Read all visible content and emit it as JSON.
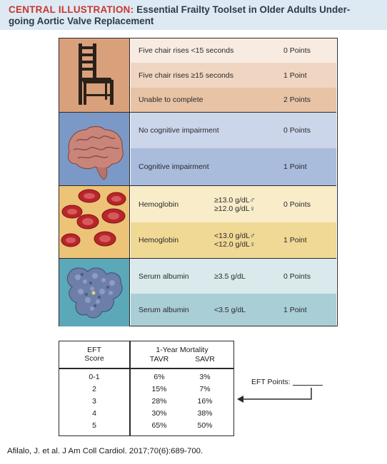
{
  "header": {
    "lead": "CENTRAL ILLUSTRATION:",
    "title_line1": "Essential Frailty Toolset in Older Adults Under-",
    "title_line2": "going Aortic Valve Replacement"
  },
  "sections": {
    "chair": {
      "icon": "chair-icon",
      "rows": [
        {
          "label": "Five chair rises <15 seconds",
          "points": "0 Points"
        },
        {
          "label": "Five chair rises ≥15 seconds",
          "points": "1 Point"
        },
        {
          "label": "Unable to complete",
          "points": "2 Points"
        }
      ]
    },
    "cognition": {
      "icon": "brain-icon",
      "rows": [
        {
          "label": "No cognitive impairment",
          "points": "0 Points"
        },
        {
          "label": "Cognitive impairment",
          "points": "1 Point"
        }
      ]
    },
    "hemoglobin": {
      "icon": "red-blood-cells-icon",
      "rows": [
        {
          "label": "Hemoglobin",
          "threshold_male": "≥13.0 g/dL♂",
          "threshold_female": "≥12.0 g/dL♀",
          "points": "0 Points"
        },
        {
          "label": "Hemoglobin",
          "threshold_male": "<13.0 g/dL♂",
          "threshold_female": "<12.0 g/dL♀",
          "points": "1 Point"
        }
      ]
    },
    "albumin": {
      "icon": "albumin-protein-icon",
      "rows": [
        {
          "label": "Serum albumin",
          "threshold": "≥3.5 g/dL",
          "points": "0 Points"
        },
        {
          "label": "Serum albumin",
          "threshold": "<3.5 g/dL",
          "points": "1 Point"
        }
      ]
    }
  },
  "mortality_table": {
    "score_header_line1": "EFT",
    "score_header_line2": "Score",
    "group_header": "1-Year Mortality",
    "col_tavr": "TAVR",
    "col_savr": "SAVR",
    "rows": [
      {
        "score": "0-1",
        "tavr": "6%",
        "savr": "3%"
      },
      {
        "score": "2",
        "tavr": "15%",
        "savr": "7%"
      },
      {
        "score": "3",
        "tavr": "28%",
        "savr": "16%"
      },
      {
        "score": "4",
        "tavr": "30%",
        "savr": "38%"
      },
      {
        "score": "5",
        "tavr": "65%",
        "savr": "50%"
      }
    ]
  },
  "eft_points_label": "EFT Points:",
  "citation": "Afilalo, J. et al. J Am Coll Cardiol. 2017;70(6):689-700.",
  "colors": {
    "title_accent": "#c8352d",
    "header_bg": "#dde9f3",
    "chair_panel": "#d9a07c",
    "chair_rows": [
      "#f8ebe1",
      "#f0d6c2",
      "#e8c3a6"
    ],
    "brain_panel": "#7b99c6",
    "brain_rows": [
      "#ccd6ea",
      "#a9bcdc"
    ],
    "blood_panel": "#ecc377",
    "blood_rows": [
      "#f8ecc9",
      "#f0d895"
    ],
    "albumin_panel": "#5ba8b8",
    "albumin_rows": [
      "#d9e9ec",
      "#a9ced6"
    ]
  }
}
